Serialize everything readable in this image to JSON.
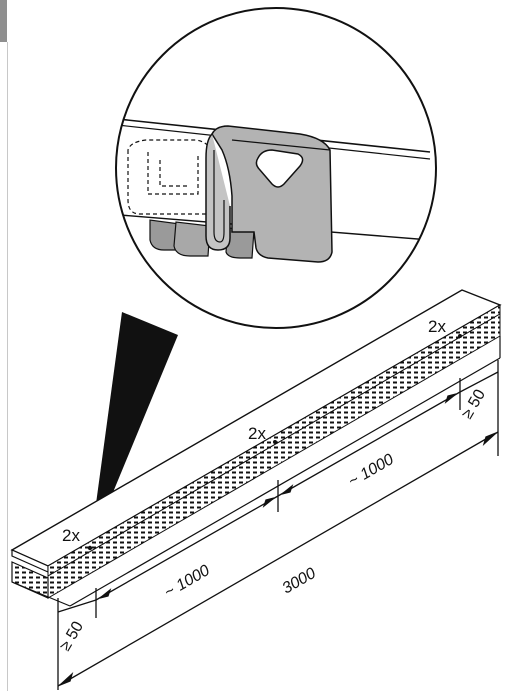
{
  "labels": {
    "qty_right": "2x",
    "qty_middle": "2x",
    "qty_left": "2x",
    "dim_min_right": "≥ 50",
    "dim_spacing_right": "~ 1000",
    "dim_spacing_left": "~ 1000",
    "dim_total": "3000",
    "dim_min_left": "≥ 50"
  },
  "colors": {
    "edge_bar": "#8f8f8f",
    "ink": "#111111",
    "clip_fill": "#b3b3b3",
    "clip_dark": "#8c8c8c"
  }
}
